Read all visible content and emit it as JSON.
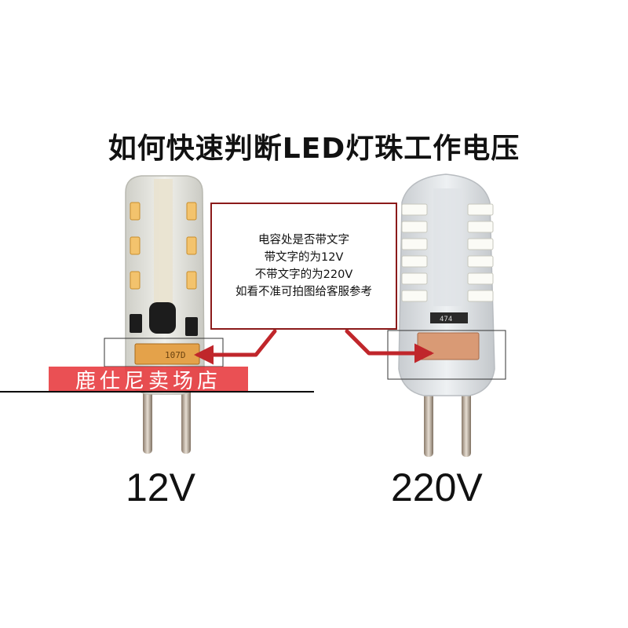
{
  "title": "如何快速判断LED灯珠工作电压",
  "note": {
    "lines": [
      "电容处是否带文字",
      "带文字的为12V",
      "不带文字的为220V",
      "如看不准可拍图给客服参考"
    ]
  },
  "bulbs": {
    "left_voltage": "12V",
    "right_voltage": "220V",
    "left_capacitor_marking": "107D",
    "right_component_marking": "474"
  },
  "watermark": "鹿仕尼卖场店",
  "colors": {
    "box_border": "#8b1a1a",
    "arrow": "#c0262b",
    "watermark_bg": "#e7383c",
    "capacitor": "#e4a24a",
    "led_warm": "#f3c36d",
    "led_cool": "#fbfbf6"
  }
}
